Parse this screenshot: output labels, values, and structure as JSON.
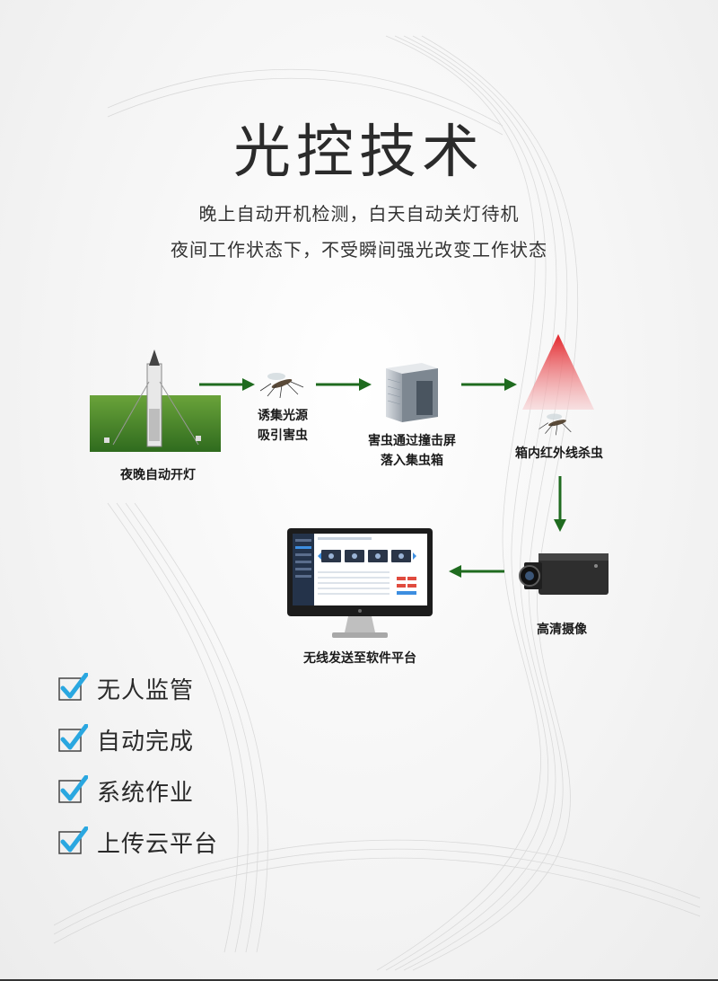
{
  "title": "光控技术",
  "subtitle_lines": [
    "晚上自动开机检测，白天自动关灯待机",
    "夜间工作状态下，不受瞬间强光改变工作状态"
  ],
  "steps": {
    "night_light": "夜晚自动开灯",
    "attract_1": "诱集光源",
    "attract_2": "吸引害虫",
    "hit_1": "害虫通过撞击屏",
    "hit_2": "落入集虫箱",
    "kill": "箱内红外线杀虫",
    "camera": "高清摄像",
    "upload": "无线发送至软件平台"
  },
  "features": [
    "无人监管",
    "自动完成",
    "系统作业",
    "上传云平台"
  ],
  "colors": {
    "arrow": "#1f6b1f",
    "check": "#2aa7e0",
    "title": "#2b2b2b"
  }
}
